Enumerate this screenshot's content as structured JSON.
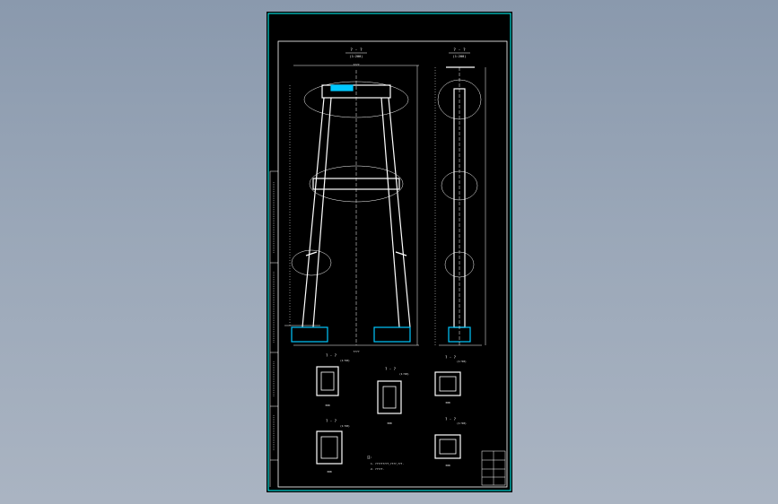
{
  "app": {
    "background_top": "#8a99ad",
    "background_bottom": "#aab4c2"
  },
  "drawing": {
    "border_color": "#00ffff",
    "line_color": "#ffffff",
    "highlight_color": "#00c8ff",
    "front_view_title": "? - ?",
    "front_view_scale": "(1:200)",
    "side_view_title": "? - ?",
    "side_view_scale": "(1:200)",
    "sections": [
      {
        "title": "? - ?",
        "scale": "(1:50)",
        "tag": "300"
      },
      {
        "title": "? - ?",
        "scale": "(1:50)",
        "tag": "300"
      },
      {
        "title": "? - ?",
        "scale": "(1:50)",
        "tag": "300"
      },
      {
        "title": "? - ?",
        "scale": "(1:50)",
        "tag": "300"
      },
      {
        "title": "? - ?",
        "scale": "(1:50)",
        "tag": "300"
      }
    ],
    "note_title": "注：",
    "note_line1": "1. ?????????,????,???.",
    "note_line2": "2. ?????.",
    "dim_top": "????",
    "dim_bottom": "????"
  }
}
